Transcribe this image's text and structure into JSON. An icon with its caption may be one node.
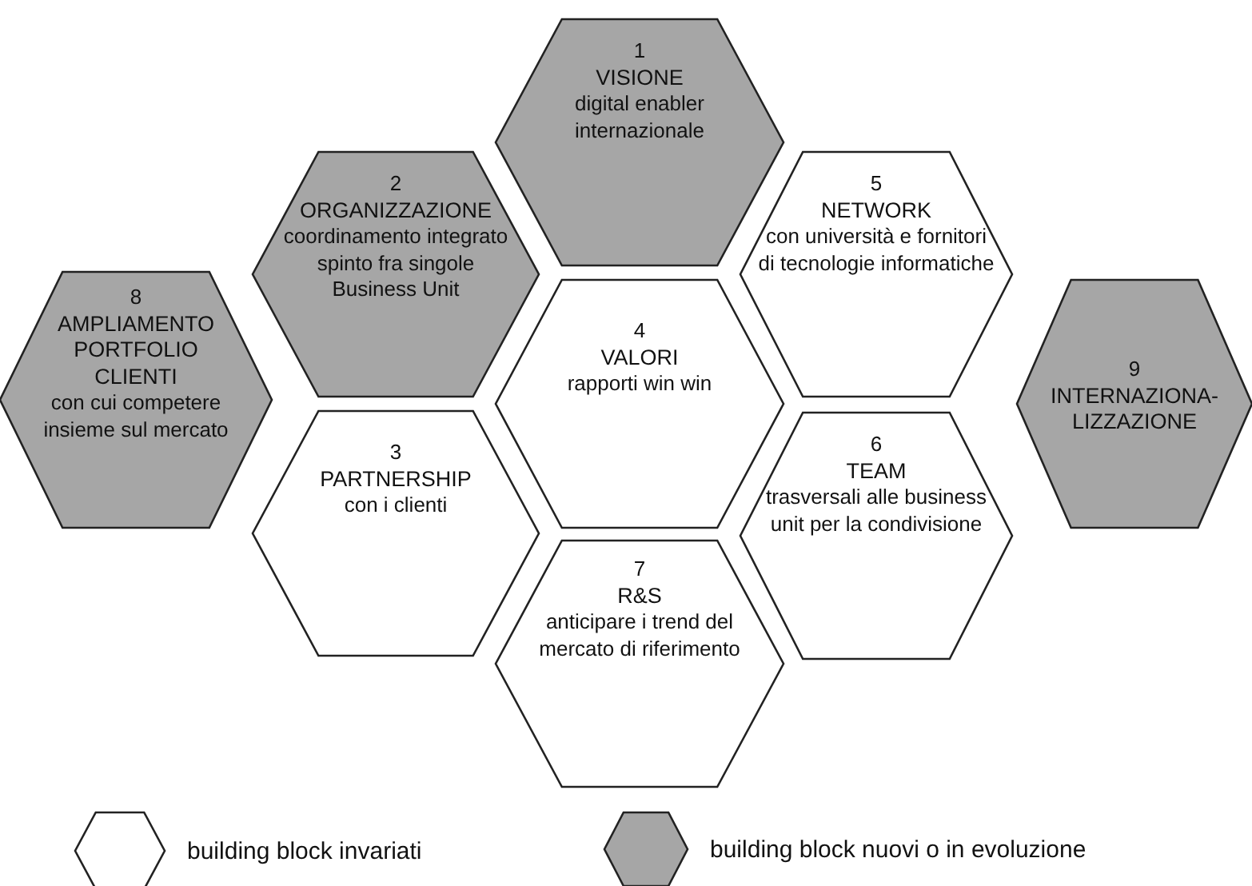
{
  "diagram": {
    "nodes": [
      {
        "text": [
          "1",
          "VISIONE",
          "digital enabler internazionale"
        ]
      },
      {
        "text": [
          "2",
          "ORGANIZZAZIONE",
          "coordinamento integrato spinto fra singole Business Unit"
        ]
      },
      {
        "text": [
          "3",
          "PARTNERSHIP",
          "con i clienti"
        ]
      },
      {
        "text": [
          "4",
          "VALORI",
          "rapporti win win"
        ]
      },
      {
        "text": [
          "5",
          "NETWORK",
          "con università e fornitori di tecnologie informatiche"
        ]
      },
      {
        "text": [
          "6",
          "TEAM",
          "trasversali alle business unit per la condivisione"
        ]
      },
      {
        "text": [
          "7",
          "R&S",
          "anticipare i trend del mercato di riferimento"
        ]
      },
      {
        "text": [
          "8",
          "AMPLIAMENTO PORTFOLIO CLIENTI",
          "con cui competere insieme sul mercato"
        ]
      },
      {
        "text": [
          "9",
          "INTERNAZIONA- LIZZAZIONE"
        ]
      }
    ],
    "legend": [
      {
        "text": "building block invariati",
        "color": "#ffffff"
      },
      {
        "text": "building block nuovi o in evoluzione",
        "color": "#a6a6a6"
      }
    ]
  }
}
